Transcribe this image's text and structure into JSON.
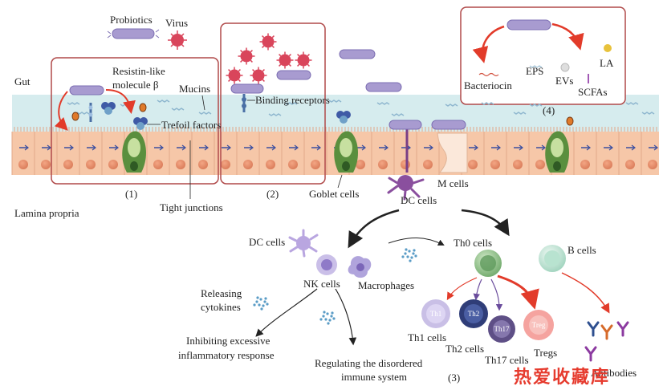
{
  "labels": {
    "gut": "Gut",
    "lamina_propria": "Lamina propria",
    "probiotics": "Probiotics",
    "virus": "Virus",
    "resistin_line1": "Resistin-like",
    "resistin_line2": "molecule β",
    "mucins": "Mucins",
    "binding_receptors": "Binding receptors",
    "trefoil_factors": "Trefoil factors",
    "tight_junctions": "Tight junctions",
    "goblet_cells": "Goblet cells",
    "m_cells": "M cells",
    "dc_cells_top": "DC cells",
    "dc_cells_left": "DC cells",
    "nk_cells": "NK cells",
    "macrophages": "Macrophages",
    "releasing_line1": "Releasing",
    "releasing_line2": "cytokines",
    "inhibiting_line1": "Inhibiting excessive",
    "inhibiting_line2": "inflammatory response",
    "regulating_line1": "Regulating the disordered",
    "regulating_line2": "immune system",
    "th0_cells": "Th0 cells",
    "b_cells": "B cells",
    "th1_cells": "Th1 cells",
    "th2_cells": "Th2 cells",
    "th17_cells": "Th17 cells",
    "tregs": "Tregs",
    "antibodies": "Antibodies",
    "bacteriocin": "Bacteriocin",
    "eps": "EPS",
    "evs": "EVs",
    "la": "LA",
    "scfas": "SCFAs",
    "th1": "Th1",
    "th2": "Th2",
    "th17": "Th17",
    "treg": "Treg"
  },
  "panels": {
    "p1": "(1)",
    "p2": "(2)",
    "p3": "(3)",
    "p4": "(4)"
  },
  "watermark": "热爱收藏库",
  "colors": {
    "mucus_layer": "#d6ecee",
    "epithelium": "#f6c7a8",
    "nucleus": "#e58d6b",
    "panel_border": "#b04a4a",
    "red_arrow": "#e23b2a",
    "probiotic": "#a89bd0",
    "virus": "#d9455b"
  }
}
